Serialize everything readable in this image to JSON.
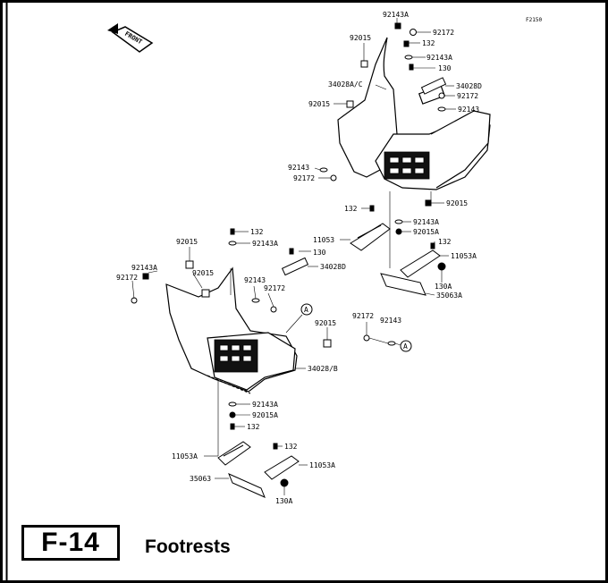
{
  "figure": {
    "diagram_code": "F2150",
    "front_label": "FRONT",
    "page_code": "F-14",
    "title": "Footrests",
    "reference_mark": "A"
  },
  "callouts": {
    "r_92143A_top": "92143A",
    "r_92172_top": "92172",
    "r_92015_top": "92015",
    "r_132_top": "132",
    "r_92143A_2": "92143A",
    "r_130_top": "130",
    "r_34028AC": "34028A/C",
    "r_34028D_r": "34028D",
    "r_92172_r": "92172",
    "r_92015_mid": "92015",
    "r_92143_r": "92143",
    "r_92143_l": "92143",
    "r_92172_l": "92172",
    "r_92015_low": "92015",
    "r_132_mid": "132",
    "r_92143A_mid": "92143A",
    "r_11053": "11053",
    "r_92015A": "92015A",
    "r_132_low": "132",
    "r_11053A_r": "11053A",
    "r_130A_r": "130A",
    "r_35063A": "35063A",
    "l_132_top": "132",
    "l_92015": "92015",
    "l_92143A": "92143A",
    "l_130": "130",
    "l_34028D": "34028D",
    "l_92143A_s": "92143A",
    "l_92015_2": "92015",
    "l_92172_far": "92172",
    "l_92143": "92143",
    "l_92172": "92172",
    "l_92015_mid": "92015",
    "c_92172": "92172",
    "c_92143": "92143",
    "l_34028B": "34028/B",
    "l_92143A_low": "92143A",
    "l_92015A": "92015A",
    "l_132_low": "132",
    "l_11053A": "11053A",
    "l_132_low2": "132",
    "l_11053A_r": "11053A",
    "l_35063": "35063",
    "l_130A": "130A"
  }
}
